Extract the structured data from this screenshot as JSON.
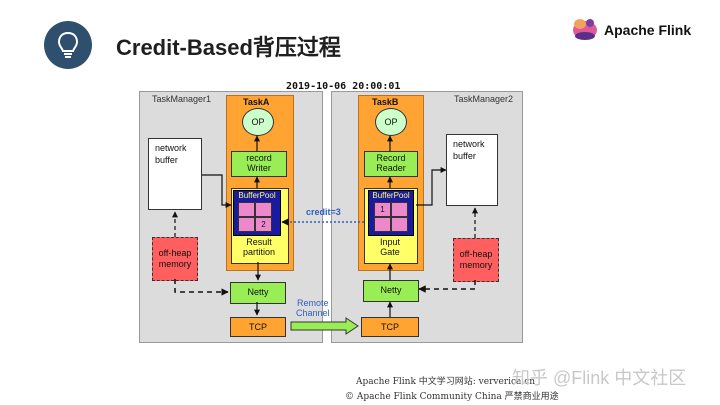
{
  "slide": {
    "title": "Credit-Based背压过程",
    "brand": "Apache Flink",
    "icon": "lightbulb-icon",
    "brand_icon": "squirrel-logo-icon"
  },
  "diagram": {
    "timestamp": "2019-10-06 20:00:01",
    "taskmanager_left": "TaskManager1",
    "taskmanager_right": "TaskManager2",
    "taskA": {
      "label": "TaskA",
      "op": "OP",
      "writer_line1": "record",
      "writer_line2": "Writer",
      "bufferpool": "BufferPool",
      "cell_value": "2",
      "partition_line1": "Result",
      "partition_line2": "partition",
      "netty": "Netty",
      "tcp": "TCP"
    },
    "taskB": {
      "label": "TaskB",
      "op": "OP",
      "reader_line1": "Record",
      "reader_line2": "Reader",
      "bufferpool": "BufferPool",
      "cell_value": "1",
      "gate_line1": "Input",
      "gate_line2": "Gate",
      "netty": "Netty",
      "tcp": "TCP"
    },
    "network_buffer_line1": "network",
    "network_buffer_line2": "buffer",
    "offheap_line1": "off-heap",
    "offheap_line2": "memory",
    "credit": "credit=3",
    "remote_line1": "Remote",
    "remote_line2": "Channel"
  },
  "footer": {
    "line1": "Apache Flink 中文学习网站: ververica.cn",
    "line2": "© Apache Flink Community China  严禁商业用途"
  },
  "watermark": "知乎 @Flink 中文社区",
  "colors": {
    "task": "#ffa433",
    "green": "#99ee55",
    "yellow": "#ffff66",
    "navy": "#1a1aa0",
    "pink": "#ee88cc",
    "offheap": "#ff5f5f",
    "credit_text": "#2e5fbf"
  }
}
